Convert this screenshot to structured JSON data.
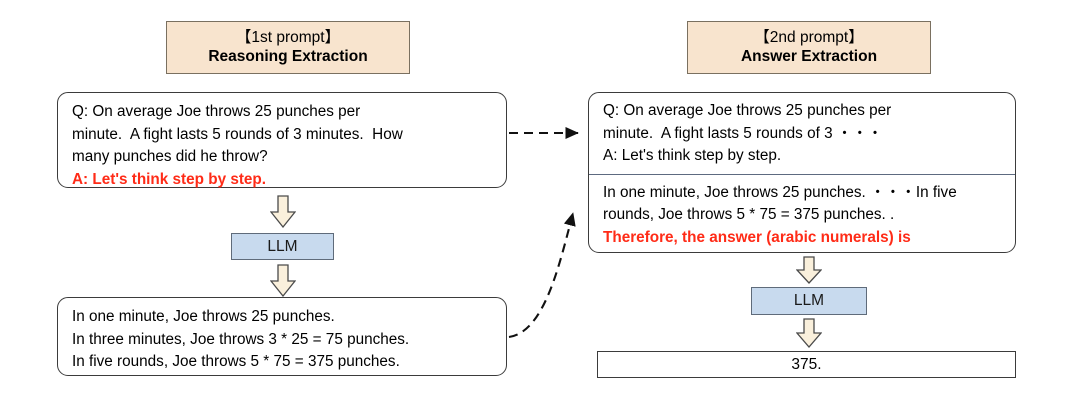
{
  "figure": {
    "background": "#ffffff",
    "accent_header_bg": "#F8E4CE",
    "accent_llm_bg": "#C8DAEE",
    "accent_arrow_fill": "#FAF0DC",
    "highlight_text_color": "#FF2B17"
  },
  "stages": [
    {
      "kicker": "【1st prompt】",
      "title": "Reasoning Extraction"
    },
    {
      "kicker": "【2nd prompt】",
      "title": "Answer Extraction"
    }
  ],
  "left_column": {
    "question_box": {
      "lines": [
        {
          "text": "Q: On average Joe throws 25 punches per",
          "style": "normal"
        },
        {
          "text": "minute.  A fight lasts 5 rounds of 3 minutes.  How",
          "style": "normal"
        },
        {
          "text": "many punches did he throw?",
          "style": "normal"
        },
        {
          "text": "A: Let's think step by step.",
          "style": "red"
        }
      ]
    },
    "llm_label": "LLM",
    "output_box": {
      "lines": [
        {
          "text": "In one minute, Joe throws 25 punches.",
          "style": "normal"
        },
        {
          "text": "In three minutes, Joe throws 3 * 25 = 75 punches.",
          "style": "normal"
        },
        {
          "text": "In five rounds, Joe throws 5 * 75 = 375 punches.",
          "style": "normal"
        }
      ]
    }
  },
  "right_column": {
    "prompt_box": {
      "section_top": {
        "lines": [
          {
            "text": "Q: On average Joe throws 25 punches per",
            "style": "normal"
          },
          {
            "text": "minute.  A fight lasts 5 rounds of 3 ・・・",
            "style": "normal"
          },
          {
            "text": "A: Let's think step by step.",
            "style": "normal"
          }
        ]
      },
      "section_bottom": {
        "lines": [
          {
            "text": "In one minute, Joe throws 25 punches. ・・・In five",
            "style": "normal"
          },
          {
            "text": "rounds, Joe throws 5 * 75 = 375 punches. .",
            "style": "normal"
          },
          {
            "text": "Therefore, the answer (arabic numerals) is",
            "style": "red"
          }
        ]
      }
    },
    "llm_label": "LLM",
    "answer_box": {
      "text": "375."
    }
  },
  "connectors": [
    {
      "name": "question-to-prompt",
      "style": "dashed-straight"
    },
    {
      "name": "reasoning-to-prompt",
      "style": "dashed-curved"
    }
  ]
}
